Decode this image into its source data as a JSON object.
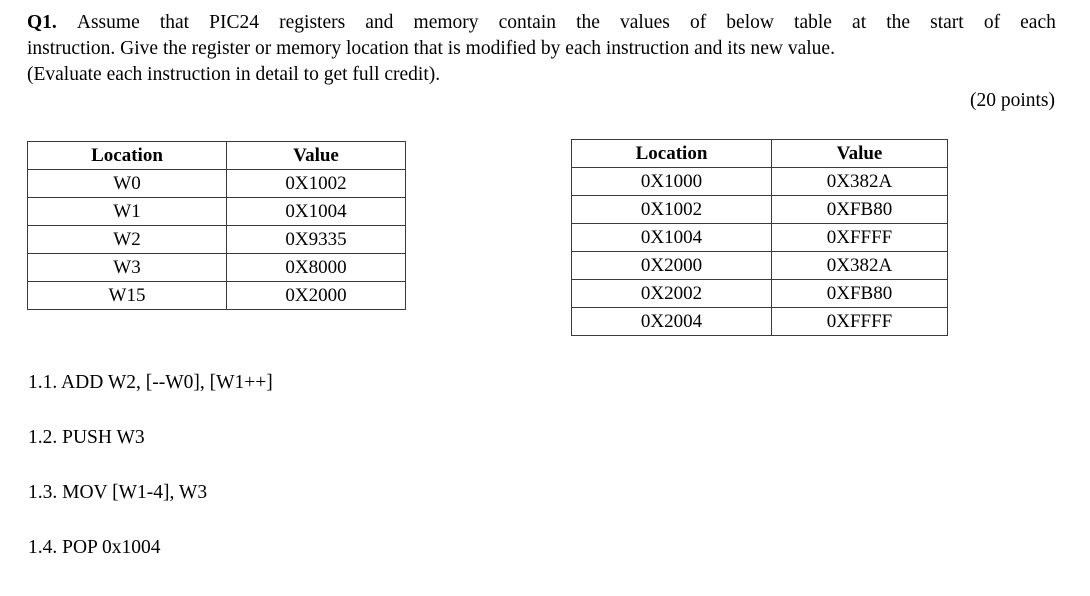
{
  "question": {
    "prefix": "Q1.",
    "lines": [
      "Assume  that  PIC24  registers  and  memory  contain  the  values  of  below  table  at  the  start  of  each",
      "instruction. Give the register or memory location that is modified by each instruction and its new value.",
      "(Evaluate each instruction in detail to get full credit)."
    ],
    "line1_words": [
      "Assume",
      "that",
      "PIC24",
      "registers",
      "and",
      "memory",
      "contain",
      "the",
      "values",
      "of",
      "below",
      "table",
      "at",
      "the",
      "start",
      "of",
      "each"
    ],
    "points": "(20 points)"
  },
  "registers_table": {
    "name": "register-contents",
    "headers": [
      "Location",
      "Value"
    ],
    "rows": [
      [
        "W0",
        "0X1002"
      ],
      [
        "W1",
        "0X1004"
      ],
      [
        "W2",
        "0X9335"
      ],
      [
        "W3",
        "0X8000"
      ],
      [
        "W15",
        "0X2000"
      ]
    ]
  },
  "memory_table": {
    "name": "memory-contents",
    "headers": [
      "Location",
      "Value"
    ],
    "rows": [
      [
        "0X1000",
        "0X382A"
      ],
      [
        "0X1002",
        "0XFB80"
      ],
      [
        "0X1004",
        "0XFFFF"
      ],
      [
        "0X2000",
        "0X382A"
      ],
      [
        "0X2002",
        "0XFB80"
      ],
      [
        "0X2004",
        "0XFFFF"
      ]
    ]
  },
  "instructions": [
    "1.1. ADD W2, [--W0], [W1++]",
    "1.2. PUSH W3",
    "1.3. MOV [W1-4], W3",
    "1.4. POP 0x1004"
  ],
  "colors": {
    "text": "#000000",
    "background": "#ffffff",
    "table_border": "#3a3a3a"
  }
}
